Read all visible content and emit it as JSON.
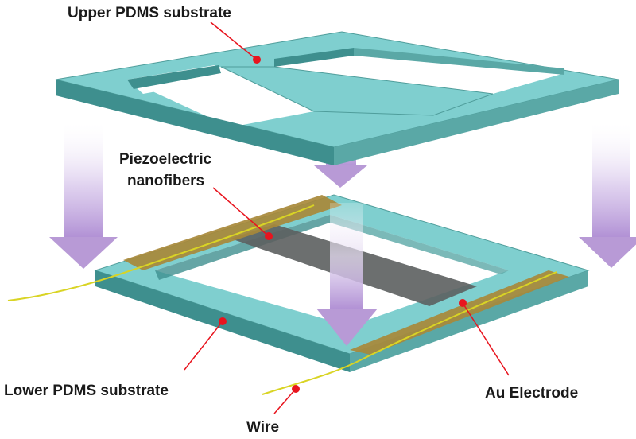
{
  "labels": {
    "upper_substrate": "Upper PDMS substrate",
    "nanofibers_line1": "Piezoelectric",
    "nanofibers_line2": "nanofibers",
    "lower_substrate": "Lower PDMS substrate",
    "electrode": "Au Electrode",
    "wire": "Wire"
  },
  "colors": {
    "pdms_top": "#7fcfcf",
    "pdms_side_dark": "#3e8f8e",
    "pdms_side_light": "#5aa8a6",
    "electrode": "#a8893a",
    "nanofiber": "#5c5f5f",
    "wire": "#d9d424",
    "marker": "#e8141e",
    "arrow": "#b89ad6"
  }
}
